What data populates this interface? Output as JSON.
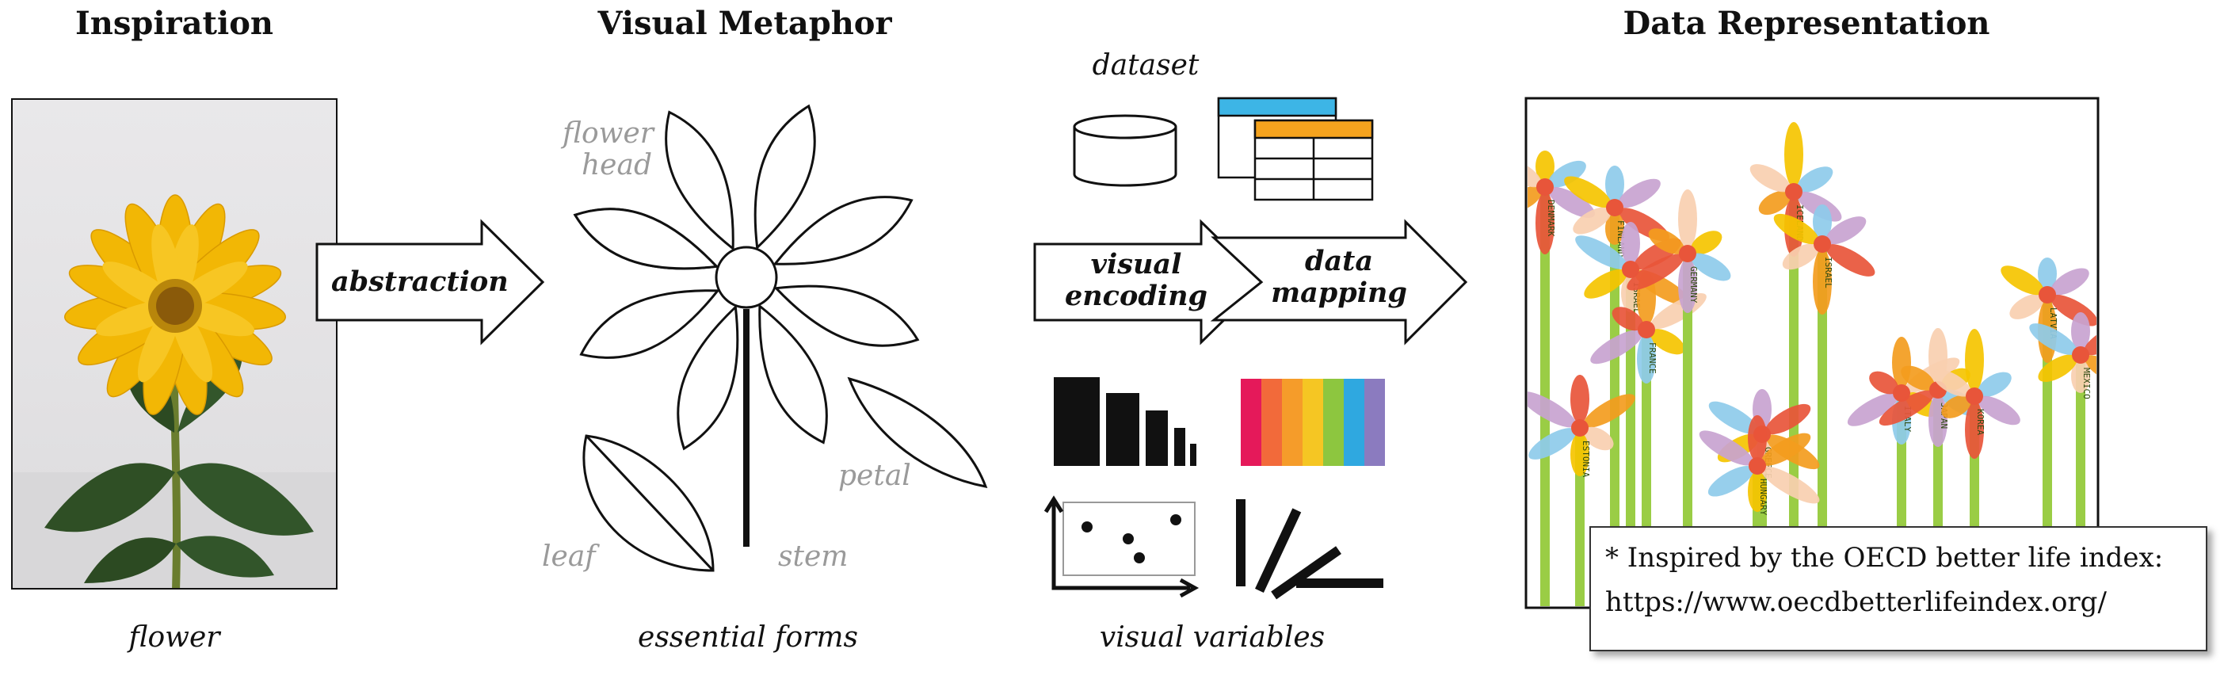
{
  "headings": {
    "inspiration": "Inspiration",
    "visual_metaphor": "Visual Metaphor",
    "data_representation": "Data Representation"
  },
  "captions": {
    "flower": "flower",
    "essential_forms": "essential forms",
    "visual_variables": "visual variables",
    "dataset": "dataset"
  },
  "arrows": {
    "abstraction": "abstraction",
    "visual_encoding_line1": "visual",
    "visual_encoding_line2": "encoding",
    "data_mapping_line1": "data",
    "data_mapping_line2": "mapping"
  },
  "flower_parts": {
    "flower_head_line1": "flower",
    "flower_head_line2": "head",
    "petal": "petal",
    "leaf": "leaf",
    "stem": "stem"
  },
  "countries": [
    "DENMARK",
    "FINLAND",
    "ISRAEL",
    "ESTONIA",
    "FRANCE",
    "GERMANY",
    "ICELAND",
    "ISRAEL",
    "GREECE",
    "HUNGARY",
    "ITALY",
    "JAPAN",
    "KOREA",
    "LATVIA",
    "MEXICO"
  ],
  "note": {
    "line1": "* Inspired by the OECD better life index:",
    "line2": "https://www.oecdbetterlifeindex.org/"
  },
  "colors": {
    "petal_yellow": "#f5c400",
    "petal_orange": "#f39c1e",
    "petal_red": "#e8553a",
    "petal_blue": "#8ecbea",
    "petal_purple": "#c8a3d0",
    "petal_peach": "#f9cfb0",
    "stem_green": "#9acd45",
    "rainbow": [
      "#e5195a",
      "#f26a3a",
      "#f59c2a",
      "#f5c623",
      "#8dc63f",
      "#2fa8e0",
      "#8b7bbf"
    ],
    "table_blue": "#3db5e6",
    "table_orange": "#f5a31e"
  }
}
